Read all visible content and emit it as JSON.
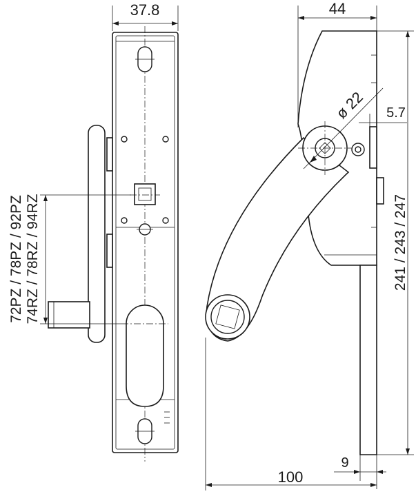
{
  "dimensions": {
    "front_width": "37.8",
    "side_depth": "44",
    "diameter": "ø 22",
    "offset": "5.7",
    "heights": "241 / 243 / 247",
    "spacing_line1": "72PZ / 78PZ / 92PZ",
    "spacing_line2": "74RZ / 78RZ / 94RZ",
    "total_length": "100",
    "foot": "9"
  },
  "colors": {
    "line": "#1a1a1a",
    "background": "#ffffff"
  }
}
